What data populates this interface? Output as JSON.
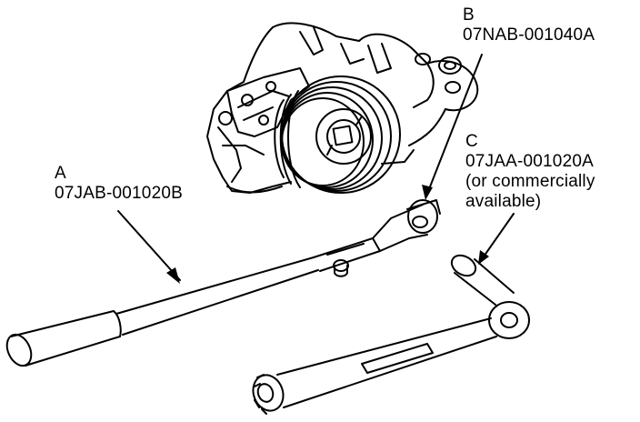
{
  "callouts": {
    "a": {
      "letter": "A",
      "part_number": "07JAB-001020B"
    },
    "b": {
      "letter": "B",
      "part_number": "07NAB-001040A"
    },
    "c": {
      "letter": "C",
      "part_number": "07JAA-001020A",
      "note_line1": "(or commercially",
      "note_line2": "available)"
    }
  },
  "colors": {
    "ink": "#000000",
    "paper": "#ffffff"
  }
}
